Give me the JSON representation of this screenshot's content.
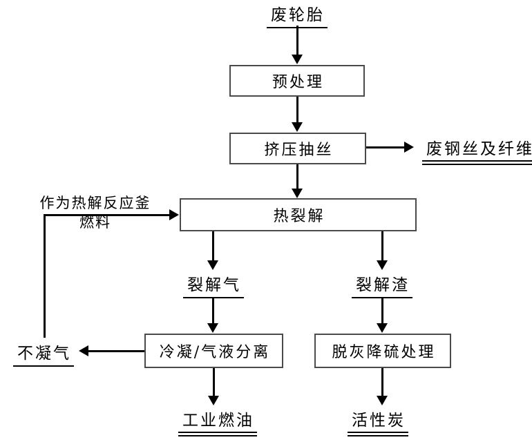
{
  "diagram": {
    "type": "flowchart",
    "background_color": "#ffffff",
    "line_color": "#000000",
    "box_border_color": "#4a4a4a",
    "text_color": "#000000",
    "source": {
      "label": "废轮胎"
    },
    "boxes": {
      "pretreatment": {
        "label": "预处理"
      },
      "extrusion": {
        "label": "挤压抽丝"
      },
      "pyrolysis": {
        "label": "热裂解"
      },
      "condensation": {
        "label": "冷凝/气液分离"
      },
      "desulfurization": {
        "label": "脱灰降硫处理"
      }
    },
    "outputs": {
      "waste_steel_fiber": {
        "label": "废钢丝及纤维"
      },
      "pyrolysis_gas": {
        "label": "裂解气"
      },
      "pyrolysis_residue": {
        "label": "裂解渣"
      },
      "non_condensable_gas": {
        "label": "不凝气"
      },
      "industrial_fuel_oil": {
        "label": "工业燃油"
      },
      "activated_carbon": {
        "label": "活性炭"
      }
    },
    "annotation": {
      "line1": "作为热解反应釜",
      "line2": "燃料"
    }
  }
}
